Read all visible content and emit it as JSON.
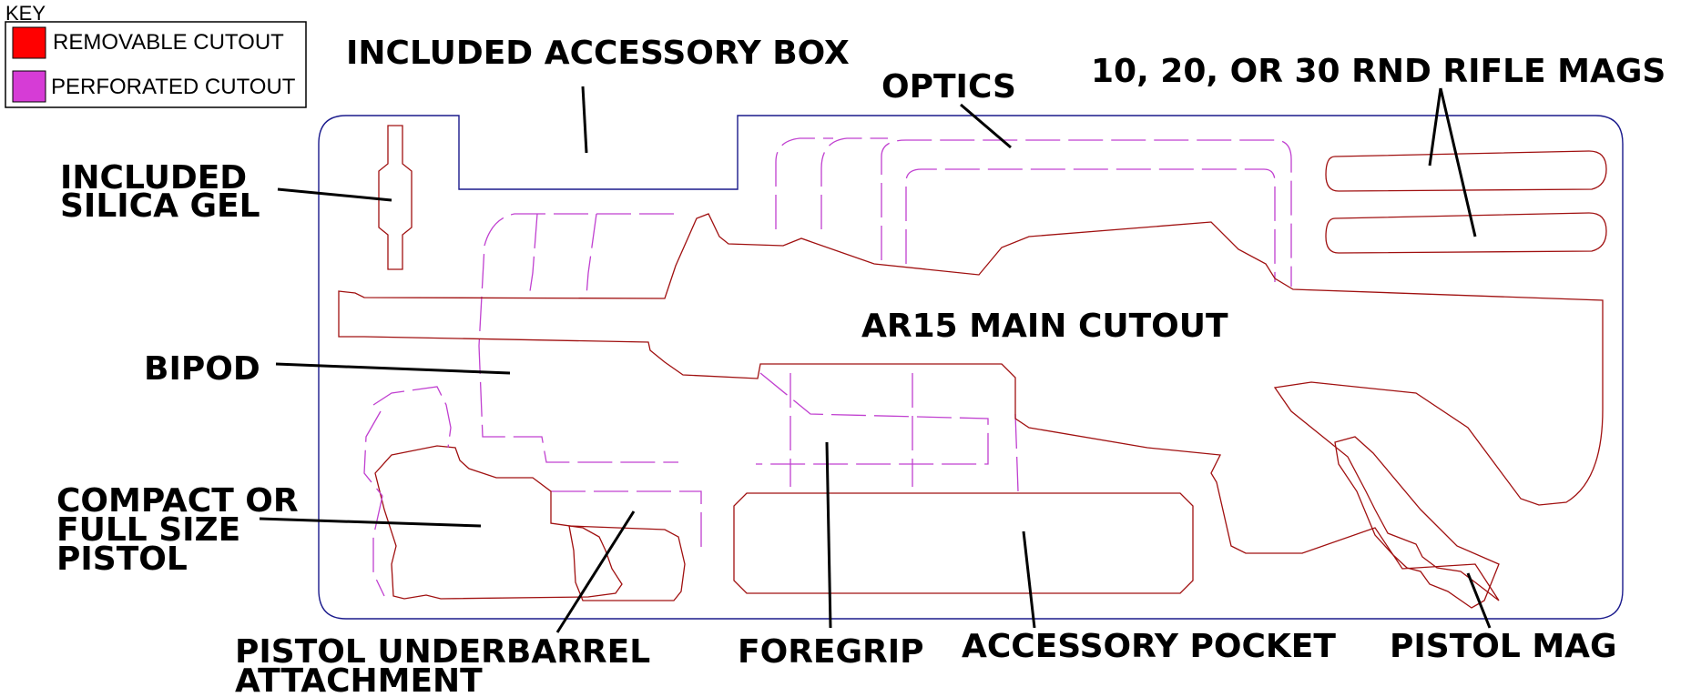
{
  "key": {
    "title": "KEY",
    "items": [
      {
        "label": "REMOVABLE CUTOUT",
        "color": "#ff0000"
      },
      {
        "label": "PERFORATED CUTOUT",
        "color": "#d63cd6"
      }
    ]
  },
  "colors": {
    "case_outline": "#1a1a8c",
    "removable_line": "#a01010",
    "perforated_line": "#c040d0"
  },
  "labels": {
    "accessory_box": "INCLUDED ACCESSORY BOX",
    "optics": "OPTICS",
    "rifle_mags": "10, 20, OR 30 RND RIFLE MAGS",
    "silica_gel_line1": "INCLUDED",
    "silica_gel_line2": "SILICA GEL",
    "ar15": "AR15 MAIN CUTOUT",
    "bipod": "BIPOD",
    "pistol_line1": "COMPACT OR",
    "pistol_line2": "FULL SIZE",
    "pistol_line3": "PISTOL",
    "underbarrel_line1": "PISTOL UNDERBARREL",
    "underbarrel_line2": "ATTACHMENT",
    "foregrip": "FOREGRIP",
    "accessory_pocket": "ACCESSORY POCKET",
    "pistol_mag": "PISTOL MAG"
  }
}
